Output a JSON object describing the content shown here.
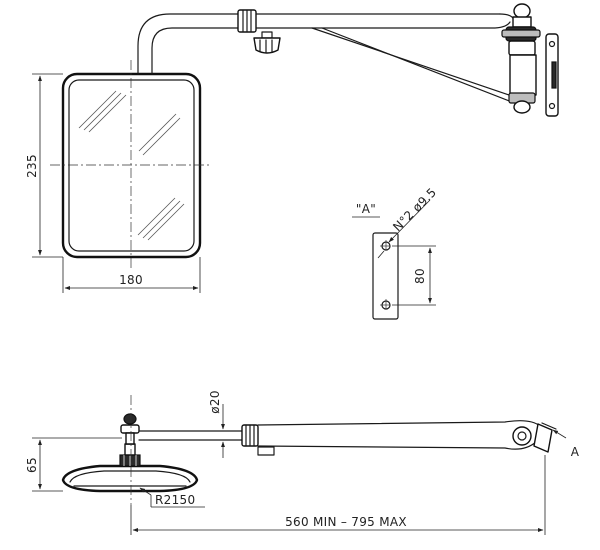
{
  "dimensions": {
    "height_235": "235",
    "width_180": "180",
    "hole_count_dia": "N°2 ø9.5",
    "view_a_label": "\"A\"",
    "hole_spacing": "80",
    "tube_dia": "ø20",
    "height_65": "65",
    "radius": "R2150",
    "length_range": "560 MIN  –  795 MAX",
    "arrow_label": "A"
  },
  "colors": {
    "line": "#1a1a1a",
    "background": "#ffffff"
  }
}
